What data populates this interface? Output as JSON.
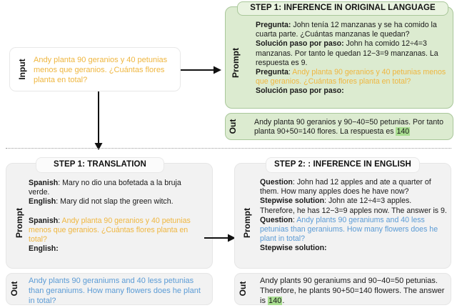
{
  "diagram": {
    "title_hidden": "Multilingual chain-of-thought prompting comparison",
    "colors": {
      "spanish_highlight": "#efb63f",
      "english_highlight": "#5b9bd5",
      "answer_highlight": "#a8dd8f",
      "green_panel": "#dcebd0",
      "green_border": "#a9c79a",
      "gray_panel": "#f2f2f2"
    }
  },
  "input_box": {
    "side_label": "Input",
    "text": "Andy planta 90 geranios y 40 petunias menos que geranios. ¿Cuántas flores planta en total?"
  },
  "step1_original": {
    "title": "STEP 1: INFERENCE IN ORIGINAL LANGUAGE",
    "prompt_label": "Prompt",
    "out_label": "Out",
    "prompt": {
      "exemplar_question_label": "Pregunta:",
      "exemplar_question": " John tenía 12 manzanas y se ha comido la cuarta parte. ¿Cuántas manzanas le quedan?",
      "exemplar_solution_label": "Solución paso por paso:",
      "exemplar_solution": " John ha comido 12÷4=3 manzanas. Por tanto le quedan 12−3=9 manzanas. La respuesta es 9.",
      "target_question_label": "Pregunta",
      "target_question_sep": ": ",
      "target_question": "Andy planta 90 geranios y 40 petunias menos que geranios. ¿Cuántas flores planta en total?",
      "trailing_label": "Solución paso por paso:"
    },
    "out": {
      "text_before": "Andy planta 90 geranios y 90−40=50 petunias. Por tanto planta 90+50=140 flores. La respuesta es ",
      "answer": "140",
      "text_after": ""
    }
  },
  "step1_translation": {
    "title": "STEP 1: TRANSLATION",
    "prompt_label": "Prompt",
    "out_label": "Out",
    "prompt": {
      "exemplar_spanish_label": "Spanish",
      "exemplar_spanish_sep": ": ",
      "exemplar_spanish": "Mary no dio una bofetada a la bruja verde.",
      "exemplar_english_label": "English",
      "exemplar_english_sep": ": ",
      "exemplar_english": "Mary did not slap the green witch.",
      "target_spanish_label": "Spanish",
      "target_spanish_sep": ": ",
      "target_spanish": "Andy planta 90 geranios y 40 petunias menos que geranios. ¿Cuántas flores planta en total?",
      "trailing_label": "English:"
    },
    "out": {
      "text": "Andy plants 90 geraniums and 40 less petunias than geraniums. How many flowers does he plant in total?"
    }
  },
  "step2_english": {
    "title": "STEP 2: : INFERENCE IN ENGLISH",
    "prompt_label": "Prompt",
    "out_label": "Out",
    "prompt": {
      "exemplar_question_label": "Question",
      "exemplar_question_sep": ": ",
      "exemplar_question": "John had 12 apples and ate a quarter of them. How many apples does he have now?",
      "exemplar_solution_label": "Stepwise solution",
      "exemplar_solution_sep": ": ",
      "exemplar_solution": "John ate 12÷4=3 apples. Therefore, he has 12−3=9 apples now. The answer is 9.",
      "target_question_label": "Question",
      "target_question_sep": ": ",
      "target_question": "Andy plants 90 geraniums and 40 less petunias than geraniums. How many flowers does he plant in total?",
      "trailing_label": "Stepwise solution:"
    },
    "out": {
      "text_before": "Andy plants 90 geraniums and 90−40=50 petunias. Therefore, he plants 90+50=140 flowers. The answer is ",
      "answer": "140",
      "text_after": "."
    }
  }
}
